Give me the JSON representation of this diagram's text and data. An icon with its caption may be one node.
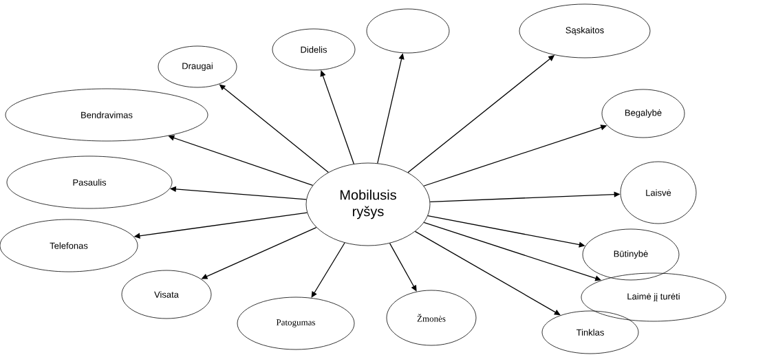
{
  "diagram": {
    "nodes": [
      {
        "text": [
          "Mobilusis ryšys"
        ]
      },
      {
        "text": [
          "Draugai"
        ]
      },
      {
        "text": [
          "Didelis"
        ]
      },
      {
        "text": [],
        "shape": "ellipse"
      },
      {
        "text": [
          "Sąskaitos"
        ]
      },
      {
        "text": [
          "Bendravimas"
        ]
      },
      {
        "text": [
          "Begalybė"
        ]
      },
      {
        "text": [
          "Pasaulis"
        ]
      },
      {
        "text": [
          "Laisvė"
        ]
      },
      {
        "text": [
          "Telefonas"
        ]
      },
      {
        "text": [
          "Būtinybė"
        ]
      },
      {
        "text": [
          "Visata"
        ]
      },
      {
        "text": [
          "Patogumas"
        ]
      },
      {
        "text": [
          "Žmonės"
        ]
      },
      {
        "text": [
          "Laimė jį turėti"
        ]
      },
      {
        "text": [
          "Tinklas"
        ]
      }
    ],
    "edges": [
      {
        "from": 0,
        "to": 1,
        "arrow": "to"
      },
      {
        "from": 0,
        "to": 2,
        "arrow": "to"
      },
      {
        "from": 0,
        "to": 3,
        "arrow": "to"
      },
      {
        "from": 0,
        "to": 4,
        "arrow": "to"
      },
      {
        "from": 0,
        "to": 5,
        "arrow": "to"
      },
      {
        "from": 0,
        "to": 6,
        "arrow": "to"
      },
      {
        "from": 0,
        "to": 7,
        "arrow": "to"
      },
      {
        "from": 0,
        "to": 8,
        "arrow": "to"
      },
      {
        "from": 0,
        "to": 9,
        "arrow": "to"
      },
      {
        "from": 0,
        "to": 10,
        "arrow": "to"
      },
      {
        "from": 0,
        "to": 11,
        "arrow": "to"
      },
      {
        "from": 0,
        "to": 12,
        "arrow": "to"
      },
      {
        "from": 0,
        "to": 13,
        "arrow": "to"
      },
      {
        "from": 0,
        "to": 14,
        "arrow": "to"
      },
      {
        "from": 0,
        "to": 15,
        "arrow": "to"
      }
    ]
  }
}
